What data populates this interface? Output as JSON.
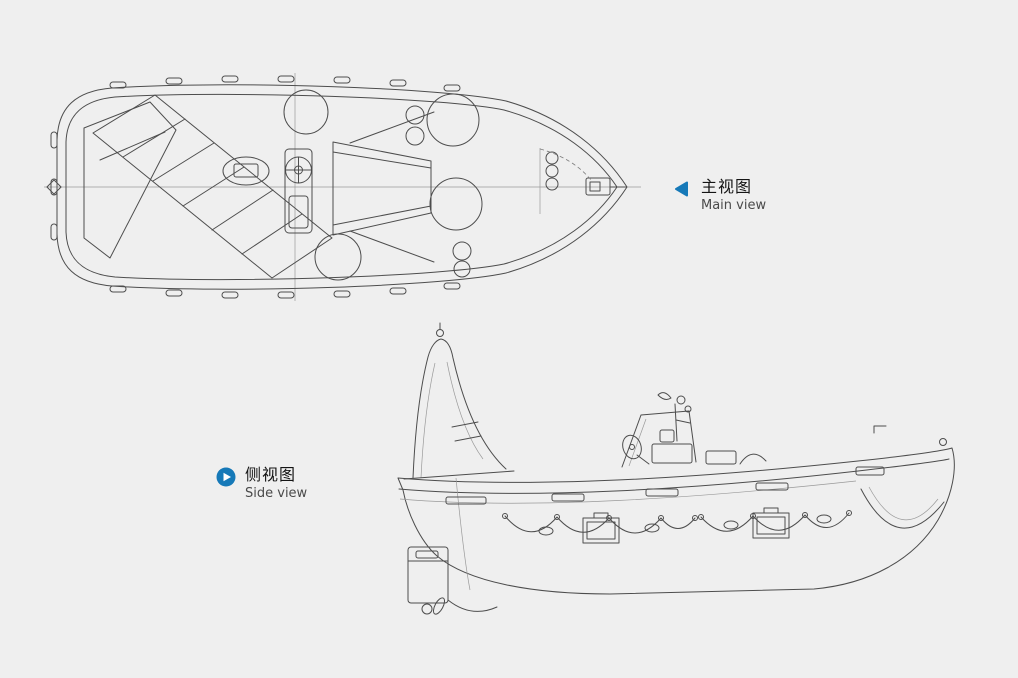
{
  "page": {
    "background_color": "#efefef",
    "line_color": "#4d4d4d",
    "accent_color": "#1679b8"
  },
  "views": {
    "main": {
      "label_zh": "主视图",
      "label_en": "Main view",
      "icon": "left-triangle-icon"
    },
    "side": {
      "label_zh": "侧视图",
      "label_en": "Side view",
      "icon": "play-circle-icon"
    }
  }
}
